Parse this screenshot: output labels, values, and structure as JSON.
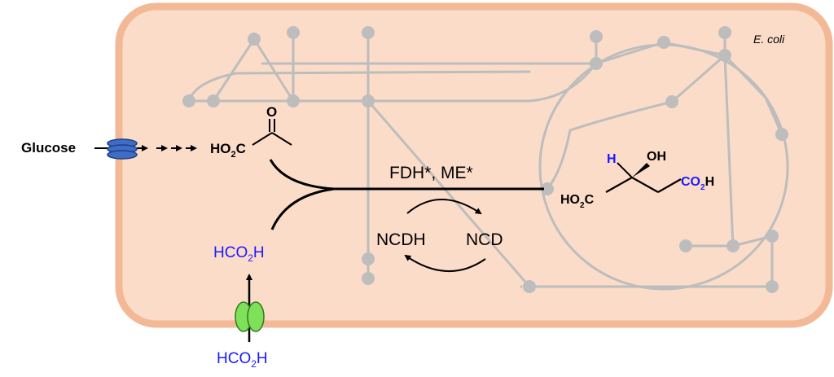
{
  "cell": {
    "organism_label": "E. coli",
    "fill_color": "#fbdcc8",
    "border_color": "#f3b896"
  },
  "network_color": "#bdbdbd",
  "blue_color": "#1a1aff",
  "labels": {
    "glucose": "Glucose",
    "pyruvate_prefix": "HO",
    "pyruvate_sub": "2",
    "pyruvate_c": "C",
    "pyruvate_o": "O",
    "enzymes": "FDH*, ME*",
    "ncdh": "NCDH",
    "ncd": "NCD",
    "formate_in_main": "HCO",
    "formate_in_sub": "2",
    "formate_in_h": "H",
    "formate_out_main": "HCO",
    "formate_out_sub": "2",
    "formate_out_h": "H",
    "malate_h": "H",
    "malate_oh": "OH",
    "malate_left_main": "HO",
    "malate_left_sub": "2",
    "malate_left_c": "C",
    "malate_right_main": "CO",
    "malate_right_sub": "2",
    "malate_right_h": "H"
  }
}
